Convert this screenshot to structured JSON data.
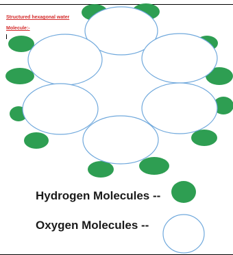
{
  "title": {
    "line1": "Structured hexagonal water",
    "line2": "Molecule:-"
  },
  "legend": {
    "hydrogen_label": "Hydrogen Molecules --",
    "oxygen_label": "Oxygen Molecules --"
  },
  "colors": {
    "hydrogen_fill": "#2e9e52",
    "oxygen_stroke": "#6fa8dc",
    "title_text": "#d42a2a"
  }
}
